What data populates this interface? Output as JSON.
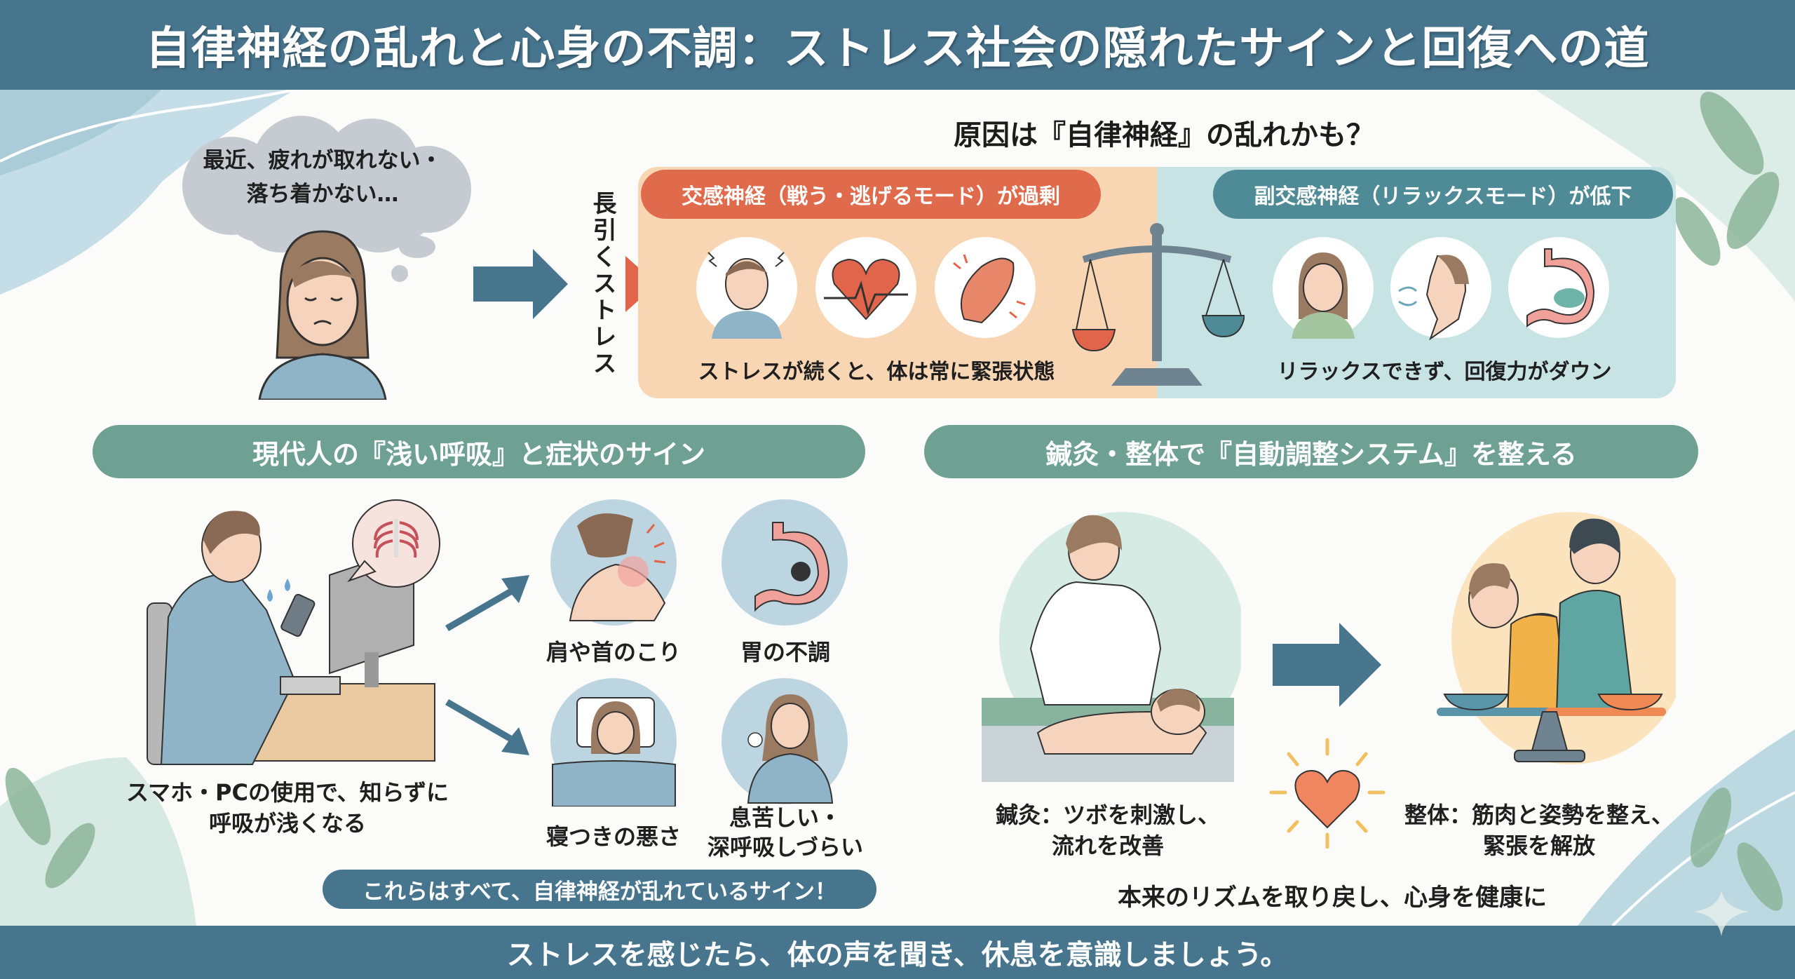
{
  "header": {
    "title": "自律神経の乱れと心身の不調：ストレス社会の隠れたサインと回復への道"
  },
  "intro": {
    "thought_line1": "最近、疲れが取れない・",
    "thought_line2": "落ち着かない…",
    "stress_label": "長引くストレス"
  },
  "cause": {
    "title": "原因は『自律神経』の乱れかも？",
    "sympathetic": {
      "label": "交感神経（戦う・逃げるモード）が過剰",
      "caption": "ストレスが続くと、体は常に緊張状態",
      "icons": [
        "headache-icon",
        "heartbeat-icon",
        "tense-muscle-icon"
      ]
    },
    "parasympathetic": {
      "label": "副交感神経（リラックスモード）が低下",
      "caption": "リラックスできず、回復力がダウン",
      "icons": [
        "calm-face-icon",
        "breathing-icon",
        "stomach-icon"
      ]
    }
  },
  "breathing": {
    "section_title": "現代人の『浅い呼吸』と症状のサイン",
    "person_caption_line1": "スマホ・PCの使用で、知らずに",
    "person_caption_line2": "呼吸が浅くなる",
    "symptoms": [
      {
        "label": "肩や首のこり",
        "icon": "stiff-neck-icon"
      },
      {
        "label": "胃の不調",
        "icon": "upset-stomach-icon"
      },
      {
        "label": "寝つきの悪さ",
        "icon": "insomnia-icon"
      },
      {
        "label_line1": "息苦しい・",
        "label_line2": "深呼吸しづらい",
        "icon": "shortness-of-breath-icon"
      }
    ],
    "banner": "これらはすべて、自律神経が乱れているサイン！"
  },
  "treatment": {
    "section_title": "鍼灸・整体で『自動調整システム』を整える",
    "acupuncture_line1": "鍼灸：ツボを刺激し、",
    "acupuncture_line2": "流れを改善",
    "seitai_line1": "整体：筋肉と姿勢を整え、",
    "seitai_line2": "緊張を解放",
    "summary": "本来のリズムを取り戻し、心身を健康に"
  },
  "footer": {
    "text": "ストレスを感じたら、体の声を聞き、休息を意識しましょう。"
  },
  "colors": {
    "header": "#47758e",
    "orange": "#df6b4c",
    "teal": "#4e8b97",
    "section": "#6fa192",
    "orange_panel": "#f8d6b3",
    "teal_panel": "#c7e3e4"
  }
}
